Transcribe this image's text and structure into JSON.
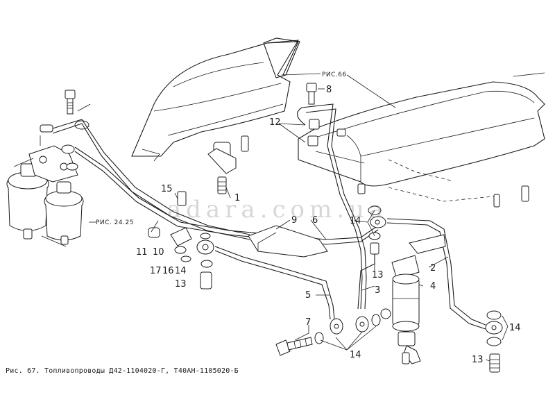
{
  "watermark": "adara.com.ua",
  "caption": "Рис. 67. Топливопроводы Д42-1104020-Г, Т40АН-1105020-Б",
  "references": {
    "fig66": "РИС.66",
    "fig2425": "РИС. 24.25"
  },
  "callouts": {
    "c1": "1",
    "c2": "2",
    "c3": "3",
    "c4": "4",
    "c5": "5",
    "c6": "6",
    "c7": "7",
    "c8": "8",
    "c9": "9",
    "c10": "10",
    "c11": "11",
    "c12": "12",
    "c13a": "13",
    "c13b": "13",
    "c13c": "13",
    "c14a": "14",
    "c14b": "14",
    "c14c": "14",
    "c14d": "14",
    "c15": "15",
    "c16": "16",
    "c17": "17"
  }
}
